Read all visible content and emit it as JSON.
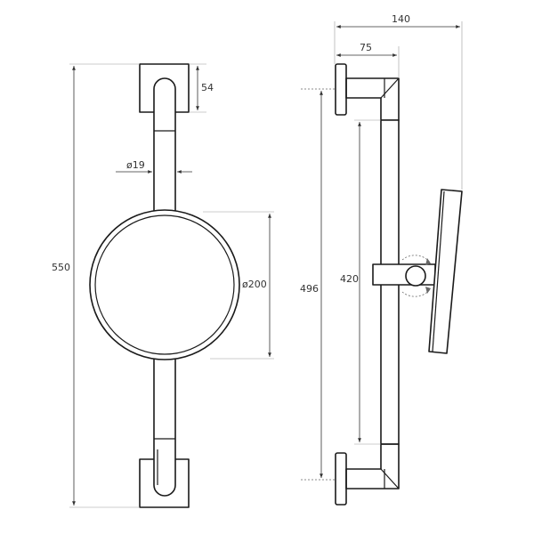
{
  "dimensions": {
    "overall_height": "550",
    "bracket_height": "54",
    "tube_diameter": "ø19",
    "mirror_diameter": "ø200",
    "total_depth": "140",
    "bracket_depth": "75",
    "fixing_centres": "496",
    "slide_travel": "420"
  }
}
